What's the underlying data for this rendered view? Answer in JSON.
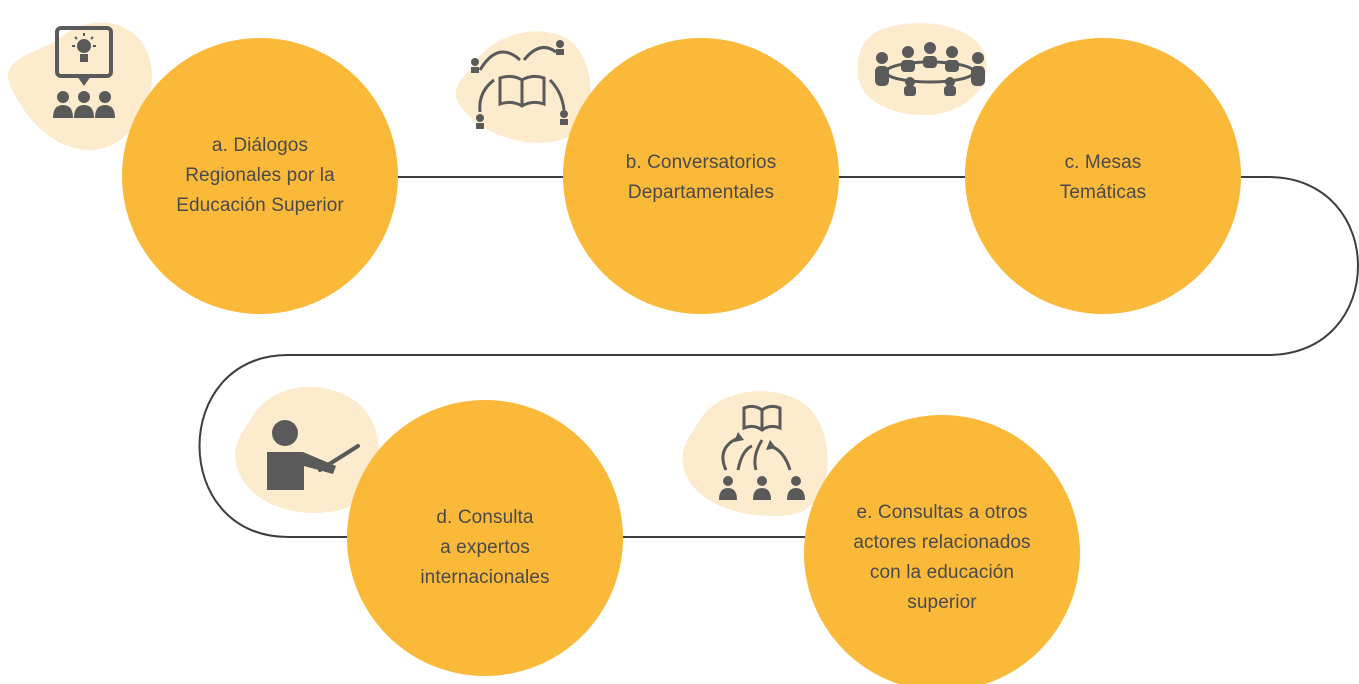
{
  "colors": {
    "circle": "#FBB93A",
    "blob": "#FCE8C3",
    "icon": "#5a5a5a",
    "connector": "#3d3d3d",
    "text": "#4a4a4a"
  },
  "steps": [
    {
      "id": "a",
      "lines": [
        "a. Diálogos",
        "Regionales por la",
        "Educación Superior"
      ],
      "icon": "idea-presentation-icon"
    },
    {
      "id": "b",
      "lines": [
        "b. Conversatorios",
        "Departamentales"
      ],
      "icon": "book-sharing-icon"
    },
    {
      "id": "c",
      "lines": [
        "c. Mesas",
        "Temáticas"
      ],
      "icon": "round-table-meeting-icon"
    },
    {
      "id": "d",
      "lines": [
        "d. Consulta",
        "a expertos",
        "internacionales"
      ],
      "icon": "teacher-pointer-icon"
    },
    {
      "id": "e",
      "lines": [
        "e. Consultas a otros",
        "actores relacionados",
        "con la educación",
        "superior"
      ],
      "icon": "knowledge-exchange-icon"
    }
  ]
}
